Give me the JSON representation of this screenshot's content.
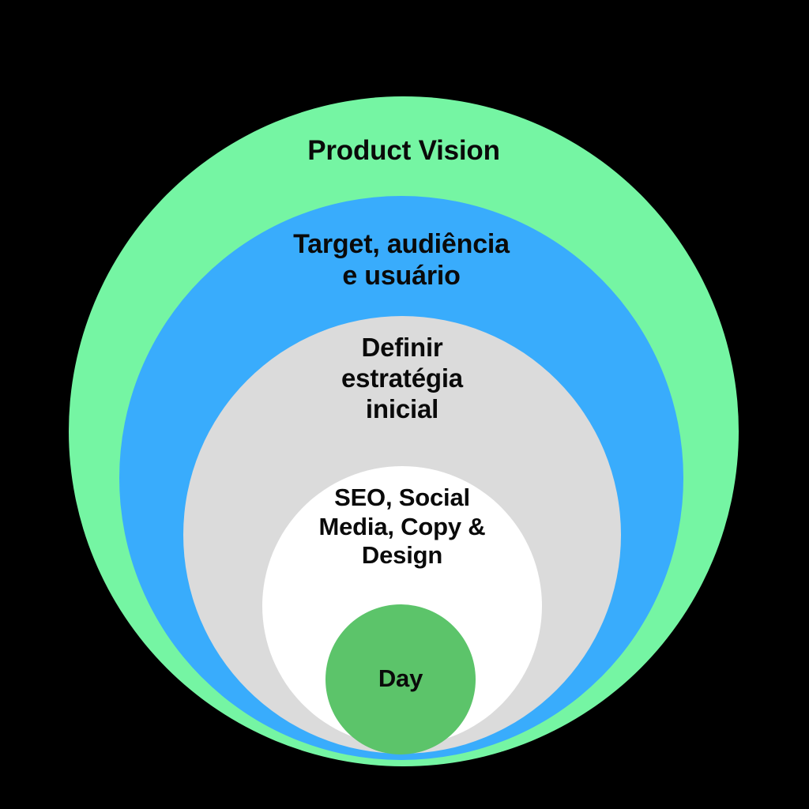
{
  "diagram": {
    "type": "concentric-circles",
    "background_color": "#000000",
    "title": "Product Vision concentric diagram",
    "layers": [
      {
        "id": "product-vision",
        "label": "Product Vision",
        "color": "#75F5A3",
        "level": 1
      },
      {
        "id": "target-audience",
        "label": "Target, audiência\ne usuário",
        "color": "#39ACFC",
        "level": 2
      },
      {
        "id": "strategy",
        "label": "Definir\nestratégia\ninicial",
        "color": "#DBDBDB",
        "level": 3
      },
      {
        "id": "disciplines",
        "label": "SEO, Social\nMedia, Copy &\nDesign",
        "color": "#FFFFFF",
        "level": 4
      },
      {
        "id": "day",
        "label": "Day",
        "color": "#5CC46A",
        "level": 5
      }
    ],
    "text_color": "#0a0a0a"
  }
}
